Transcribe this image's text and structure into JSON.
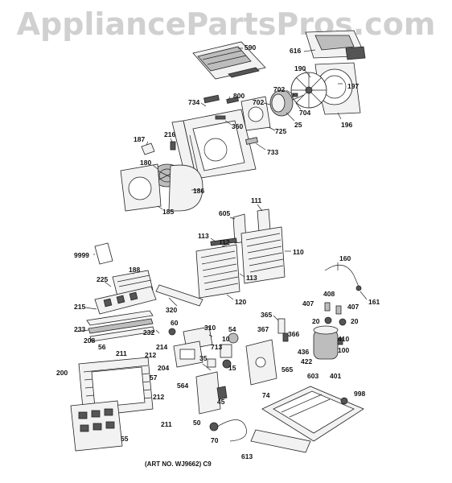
{
  "watermark": "AppliancePartsPros.com",
  "footer": {
    "art_number": "(ART NO. WJ9662) C9"
  },
  "callouts": [
    {
      "id": "590",
      "text": "590"
    },
    {
      "id": "616",
      "text": "616"
    },
    {
      "id": "190",
      "text": "190"
    },
    {
      "id": "197",
      "text": "197"
    },
    {
      "id": "702a",
      "text": "702"
    },
    {
      "id": "702b",
      "text": "702"
    },
    {
      "id": "704",
      "text": "704"
    },
    {
      "id": "25",
      "text": "25"
    },
    {
      "id": "196",
      "text": "196"
    },
    {
      "id": "734",
      "text": "734"
    },
    {
      "id": "800",
      "text": "800"
    },
    {
      "id": "360",
      "text": "360"
    },
    {
      "id": "725",
      "text": "725"
    },
    {
      "id": "733",
      "text": "733"
    },
    {
      "id": "187",
      "text": "187"
    },
    {
      "id": "216",
      "text": "216"
    },
    {
      "id": "180",
      "text": "180"
    },
    {
      "id": "186",
      "text": "186"
    },
    {
      "id": "185",
      "text": "185"
    },
    {
      "id": "111",
      "text": "111"
    },
    {
      "id": "605",
      "text": "605"
    },
    {
      "id": "113a",
      "text": "113"
    },
    {
      "id": "112",
      "text": "112"
    },
    {
      "id": "110",
      "text": "110"
    },
    {
      "id": "113b",
      "text": "113"
    },
    {
      "id": "120",
      "text": "120"
    },
    {
      "id": "9999",
      "text": "9999"
    },
    {
      "id": "188",
      "text": "188"
    },
    {
      "id": "225",
      "text": "225"
    },
    {
      "id": "160",
      "text": "160"
    },
    {
      "id": "161",
      "text": "161"
    },
    {
      "id": "215",
      "text": "215"
    },
    {
      "id": "320",
      "text": "320"
    },
    {
      "id": "408",
      "text": "408"
    },
    {
      "id": "407a",
      "text": "407"
    },
    {
      "id": "407b",
      "text": "407"
    },
    {
      "id": "365",
      "text": "365"
    },
    {
      "id": "20a",
      "text": "20"
    },
    {
      "id": "20b",
      "text": "20"
    },
    {
      "id": "233",
      "text": "233"
    },
    {
      "id": "232",
      "text": "232"
    },
    {
      "id": "60",
      "text": "60"
    },
    {
      "id": "310",
      "text": "310"
    },
    {
      "id": "54",
      "text": "54"
    },
    {
      "id": "367",
      "text": "367"
    },
    {
      "id": "366",
      "text": "366"
    },
    {
      "id": "410",
      "text": "410"
    },
    {
      "id": "208",
      "text": "208"
    },
    {
      "id": "214",
      "text": "214"
    },
    {
      "id": "10",
      "text": "10"
    },
    {
      "id": "100",
      "text": "100"
    },
    {
      "id": "56",
      "text": "56"
    },
    {
      "id": "211a",
      "text": "211"
    },
    {
      "id": "212a",
      "text": "212"
    },
    {
      "id": "713",
      "text": "713"
    },
    {
      "id": "436",
      "text": "436"
    },
    {
      "id": "422",
      "text": "422"
    },
    {
      "id": "204",
      "text": "204"
    },
    {
      "id": "35",
      "text": "35"
    },
    {
      "id": "15",
      "text": "15"
    },
    {
      "id": "565",
      "text": "565"
    },
    {
      "id": "200",
      "text": "200"
    },
    {
      "id": "57",
      "text": "57"
    },
    {
      "id": "401",
      "text": "401"
    },
    {
      "id": "603",
      "text": "603"
    },
    {
      "id": "564",
      "text": "564"
    },
    {
      "id": "74",
      "text": "74"
    },
    {
      "id": "998",
      "text": "998"
    },
    {
      "id": "212b",
      "text": "212"
    },
    {
      "id": "45",
      "text": "45"
    },
    {
      "id": "211b",
      "text": "211"
    },
    {
      "id": "50",
      "text": "50"
    },
    {
      "id": "55",
      "text": "55"
    },
    {
      "id": "70",
      "text": "70"
    },
    {
      "id": "613",
      "text": "613"
    }
  ]
}
